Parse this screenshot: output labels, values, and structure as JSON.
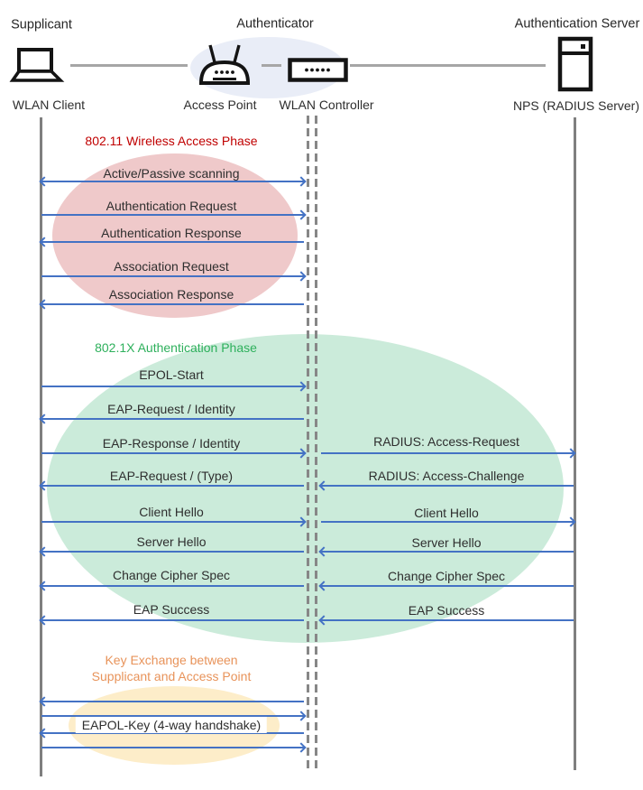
{
  "header": {
    "supplicant_role": "Supplicant",
    "authenticator_role": "Authenticator",
    "auth_server_role": "Authentication Server",
    "wlan_client_label": "WLAN Client",
    "access_point_label": "Access Point",
    "wlan_controller_label": "WLAN Controller",
    "nps_label": "NPS (RADIUS Server)"
  },
  "phases": {
    "wireless_access": {
      "title": "802.11 Wireless Access Phase",
      "color": "#C00000"
    },
    "authentication": {
      "title": "802.1X Authentication Phase",
      "color": "#2EB05C"
    },
    "key_exchange": {
      "title_line1": "Key Exchange between",
      "title_line2": "Supplicant and Access Point",
      "color": "#E8935A"
    }
  },
  "messages": {
    "scanning": "Active/Passive scanning",
    "authentication_request": "Authentication Request",
    "authentication_response": "Authentication Response",
    "association_request": "Association Request",
    "association_response": "Association Response",
    "epol_start": "EPOL-Start",
    "eap_request_identity": "EAP-Request / Identity",
    "eap_response_identity": "EAP-Response / Identity",
    "radius_access_request": "RADIUS: Access-Request",
    "eap_request_type": "EAP-Request / (Type)",
    "radius_access_challenge": "RADIUS: Access-Challenge",
    "client_hello": "Client Hello",
    "server_hello": "Server Hello",
    "change_cipher_spec": "Change Cipher Spec",
    "eap_success": "EAP Success",
    "eapol_key": "EAPOL-Key (4-way handshake)"
  },
  "colors": {
    "arrow": "#4472C4",
    "lifeline": "#7F7F7F",
    "header_connector": "#A6A6A6",
    "wireless_access_ellipse": "#EFC9CA",
    "authentication_ellipse": "#CBEBDA",
    "key_exchange_ellipse": "#FDEDC9",
    "authenticator_ellipse": "#E9EDF7"
  }
}
